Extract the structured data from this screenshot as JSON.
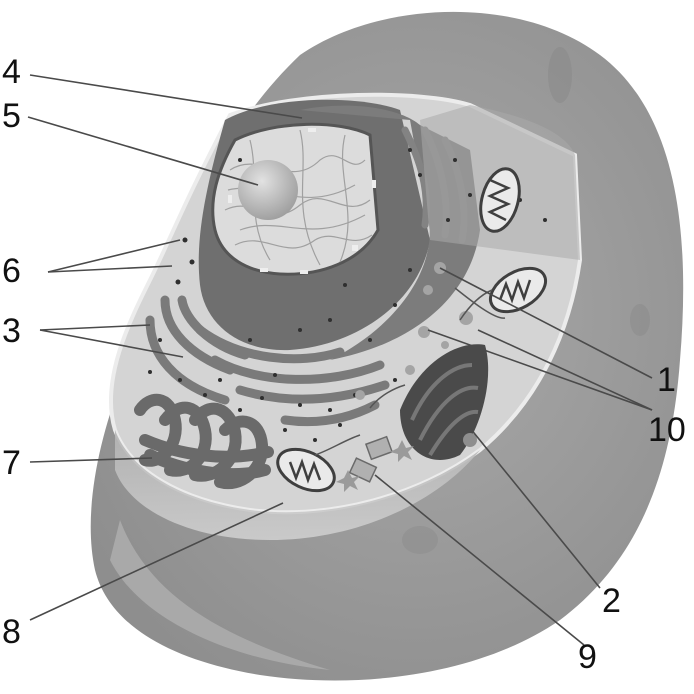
{
  "labels": {
    "l1": "1",
    "l2": "2",
    "l3": "3",
    "l4": "4",
    "l5": "5",
    "l6": "6",
    "l7": "7",
    "l8": "8",
    "l9": "9",
    "l10": "10"
  },
  "colors": {
    "background": "#ffffff",
    "cell_outer": "#9a9a9a",
    "cytoplasm": "#d2d2d2",
    "nucleus_envelope": "#6f6f6f",
    "nucleoplasm": "#dcdcdc",
    "nucleolus": "#b9b9b9",
    "organelle_dark": "#555555",
    "leader_line": "#4a4a4a",
    "label_text": "#111111"
  }
}
